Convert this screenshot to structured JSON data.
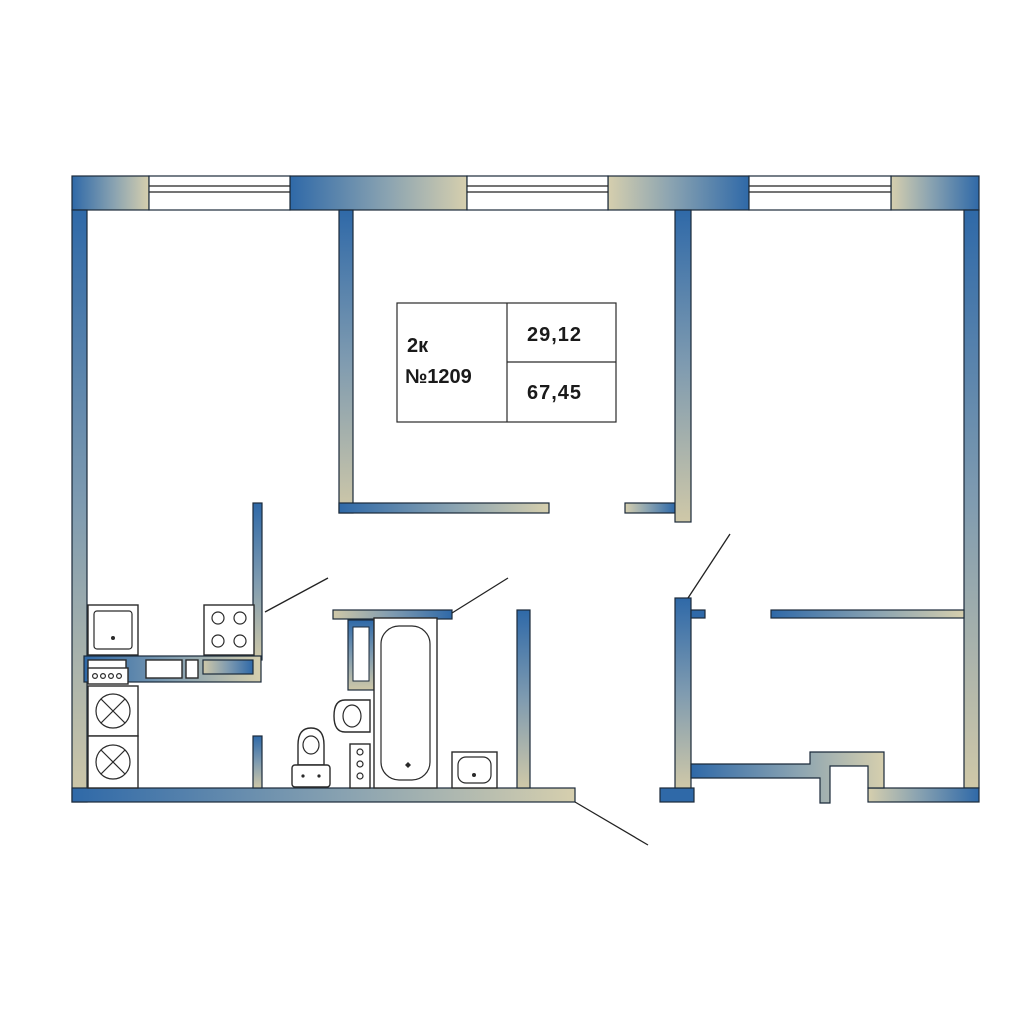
{
  "apartment": {
    "rooms_label": "2к",
    "number_label": "№1209",
    "living_area": "29,12",
    "total_area": "67,45"
  },
  "colors": {
    "wall_blue": "#2f69a8",
    "wall_steel": "#7d97ad",
    "wall_sand": "#cfc8a8",
    "outline": "#1b2a3a"
  }
}
